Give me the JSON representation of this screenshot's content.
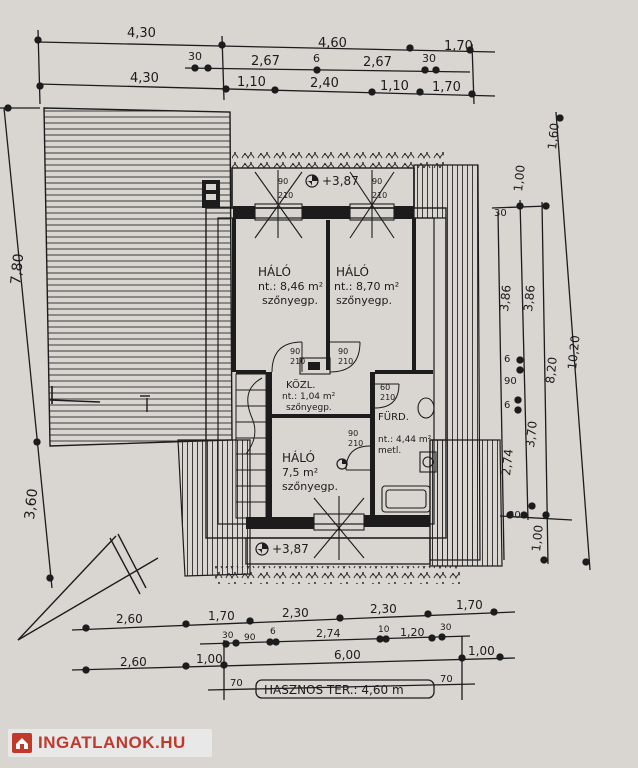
{
  "dims_top": {
    "row1": [
      "4,30",
      "4,60",
      "1,70"
    ],
    "row2": [
      "30",
      "2,67",
      "6",
      "2,67",
      "30"
    ],
    "row3": [
      "4,30",
      "1,10",
      "2,40",
      "1,10",
      "1,70"
    ]
  },
  "dims_left": {
    "upper": "7,80",
    "lower": "3,60"
  },
  "dims_right": {
    "overall": [
      "1,60",
      "10,20"
    ],
    "inner": [
      "1,00",
      "30",
      "3,86",
      "3,86",
      "6",
      "90",
      "6",
      "2,74",
      "8,20",
      "3,70",
      "30",
      "1,00"
    ]
  },
  "dims_bottom": {
    "row1": [
      "2,60",
      "1,70",
      "2,30",
      "2,30",
      "1,70"
    ],
    "row2": [
      "30",
      "90",
      "6",
      "2,74",
      "10",
      "1,20",
      "30"
    ],
    "row3": [
      "2,60",
      "1,00",
      "6,00",
      "1,00"
    ],
    "row4": [
      "70",
      "70"
    ]
  },
  "levels": {
    "top": "+3,87",
    "bottom": "+3,87"
  },
  "rooms": [
    {
      "name": "HÁLÓ",
      "area": "nt.: 8,46 m²",
      "floor": "szőnyegp."
    },
    {
      "name": "HÁLÓ",
      "area": "nt.: 8,70 m²",
      "floor": "szőnyegp."
    },
    {
      "name": "KÖZL.",
      "area": "nt.: 1,04 m²",
      "floor": "szőnyegp."
    },
    {
      "name": "FÜRD.",
      "area": "nt.: 4,44 m²",
      "floor": "metl."
    },
    {
      "name": "HÁLÓ",
      "area": "7,5 m²",
      "floor": "szőnyegp."
    }
  ],
  "door_tags": [
    "90",
    "210",
    "90",
    "210",
    "90",
    "210",
    "90",
    "210",
    "60",
    "210",
    "90",
    "210"
  ],
  "useful_area": "HASZNOS TER.: 4,60 m",
  "watermark": "INGATLANOK.HU",
  "colors": {
    "ink": "#1c1c1c",
    "paper": "#d9d6d1",
    "brand": "#c0392b"
  }
}
